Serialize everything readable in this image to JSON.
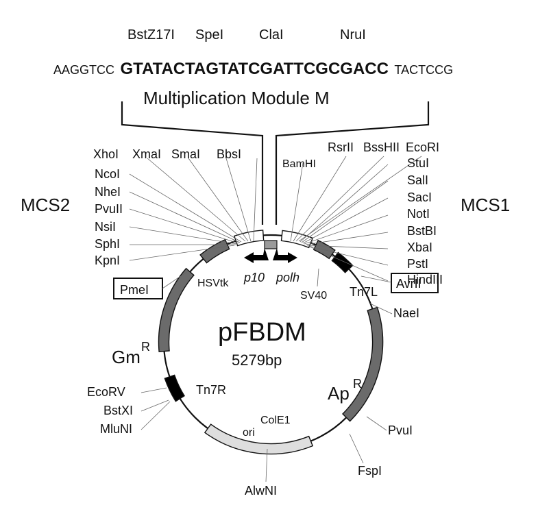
{
  "top_sites": {
    "bstz17i": "BstZ17I",
    "spei": "SpeI",
    "clai": "ClaI",
    "nrui": "NruI"
  },
  "sequence": {
    "left": "AAGGTCC",
    "center": "GTATACTAGTATCGATTCGCGACC",
    "right": "TACTCCG"
  },
  "module_label": "Multiplication Module M",
  "mcs2": {
    "title": "MCS2",
    "top_sites": [
      "XhoI",
      "XmaI",
      "SmaI",
      "BbsI"
    ],
    "side_sites": [
      "NcoI",
      "NheI",
      "PvuII",
      "NsiI",
      "SphI",
      "KpnI"
    ]
  },
  "mcs1": {
    "title": "MCS1",
    "bamhi": "BamHI",
    "top_sites": [
      "RsrII",
      "BssHII",
      "EcoRI"
    ],
    "side_sites": [
      "StuI",
      "SalI",
      "SacI",
      "NotI",
      "BstBI",
      "XbaI",
      "PstI",
      "HindIII"
    ]
  },
  "plasmid": {
    "name": "pFBDM",
    "size": "5279bp"
  },
  "features": {
    "hsvtk": "HSVtk",
    "p10": "p10",
    "polh": "polh",
    "sv40": "SV40",
    "tn7l": "Tn7L",
    "tn7r": "Tn7R",
    "gm": "Gm",
    "gm_sup": "R",
    "ap": "Ap",
    "ap_sup": "R",
    "ori": "ori",
    "cole1": "ColE1"
  },
  "sites": {
    "pmei": "PmeI",
    "avrii": "AvrII",
    "naei": "NaeI",
    "ecorv": "EcoRV",
    "bstxi": "BstXI",
    "mluni": "MluNI",
    "pvui": "PvuI",
    "fspi": "FspI",
    "alwni": "AlwNI"
  },
  "colors": {
    "feature_dark": "#6b6b6b",
    "feature_black": "#000000",
    "feature_light": "#dedede",
    "promoter_white": "#ffffff",
    "leader_line": "#666666"
  }
}
